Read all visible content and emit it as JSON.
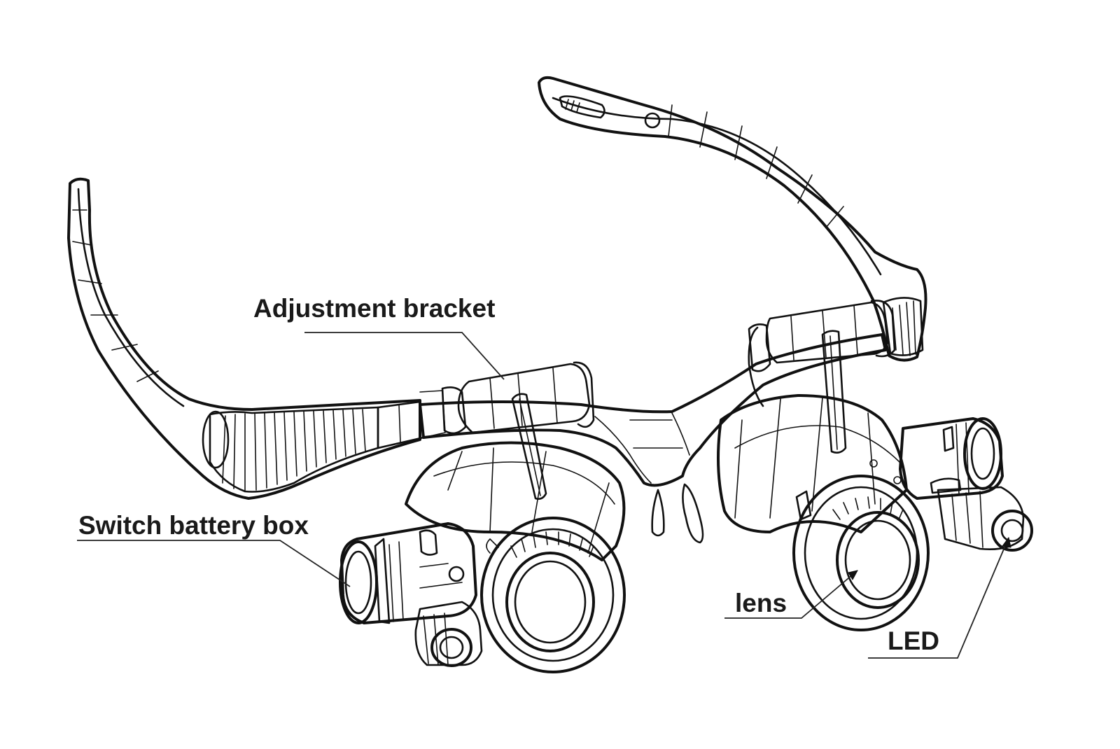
{
  "labels": {
    "adjustment_bracket": "Adjustment bracket",
    "switch_battery_box": "Switch battery box",
    "lens": "lens",
    "led": "LED"
  },
  "colors": {
    "ink": "#111111",
    "background": "#ffffff"
  }
}
